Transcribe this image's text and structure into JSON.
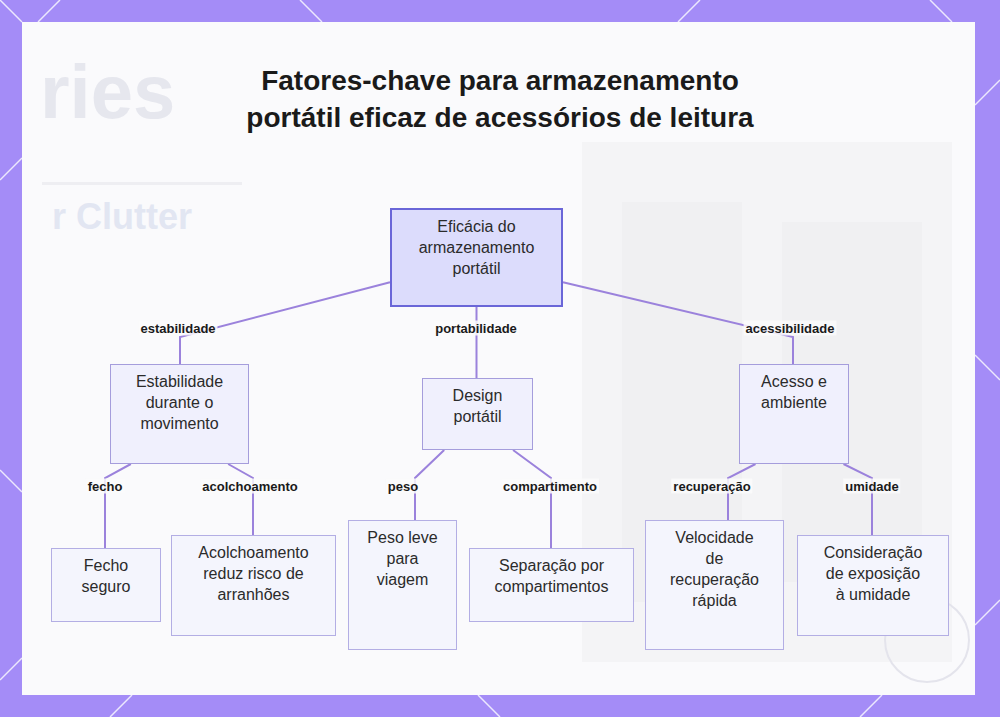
{
  "diagram": {
    "title": "Fatores-chave para armazenamento portátil eficaz de acessórios de leitura",
    "nodes": [
      {
        "text": [
          "Eficácia do armazenamento portátil"
        ]
      },
      {
        "text": [
          "Estabilidade durante o movimento"
        ]
      },
      {
        "text": [
          "Design portátil"
        ]
      },
      {
        "text": [
          "Acesso e ambiente"
        ]
      },
      {
        "text": [
          "Fecho seguro"
        ]
      },
      {
        "text": [
          "Acolchoamento reduz risco de arranhões"
        ]
      },
      {
        "text": [
          "Peso leve para viagem"
        ]
      },
      {
        "text": [
          "Separação por compartimentos"
        ]
      },
      {
        "text": [
          "Velocidade de recuperação rápida"
        ]
      },
      {
        "text": [
          "Consideração de exposição à umidade"
        ]
      }
    ],
    "edges": [
      {
        "from": 0,
        "to": 1,
        "label": "estabilidade",
        "arrow": "none"
      },
      {
        "from": 0,
        "to": 2,
        "label": "portabilidade",
        "arrow": "none"
      },
      {
        "from": 0,
        "to": 3,
        "label": "acessibilidade",
        "arrow": "none"
      },
      {
        "from": 1,
        "to": 4,
        "label": "fecho",
        "arrow": "none"
      },
      {
        "from": 1,
        "to": 5,
        "label": "acolchoamento",
        "arrow": "none"
      },
      {
        "from": 2,
        "to": 6,
        "label": "peso",
        "arrow": "none"
      },
      {
        "from": 2,
        "to": 7,
        "label": "compartimento",
        "arrow": "none"
      },
      {
        "from": 3,
        "to": 8,
        "label": "recuperação",
        "arrow": "none"
      },
      {
        "from": 3,
        "to": 9,
        "label": "umidade",
        "arrow": "none"
      }
    ],
    "labels": [
      "ries",
      "r Clutter"
    ]
  }
}
